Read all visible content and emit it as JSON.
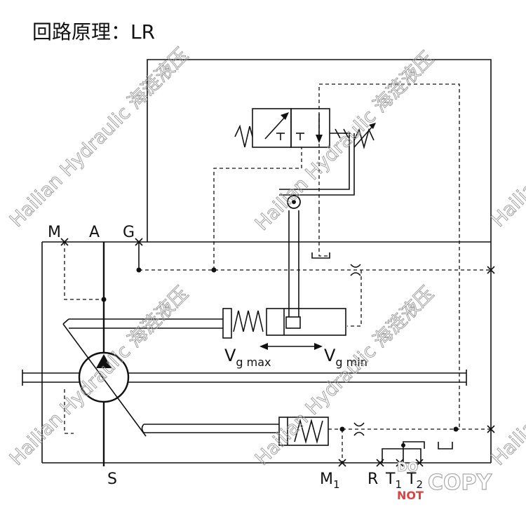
{
  "title": "回路原理：LR",
  "ports": {
    "M": "M",
    "A": "A",
    "G": "G",
    "S": "S",
    "M1_main": "M",
    "M1_sub": "1",
    "R": "R",
    "T1_main": "T",
    "T1_sub": "1",
    "T2_main": "T",
    "T2_sub": "2"
  },
  "labels": {
    "vg_max_main": "V",
    "vg_max_sub": "g max",
    "vg_min_main": "V",
    "vg_min_sub": "g min"
  },
  "watermark": {
    "text": "Hailian Hydraulic 海涟液压",
    "logo_top": "DO",
    "logo_not": "NOT",
    "logo_copy": "COPY"
  }
}
